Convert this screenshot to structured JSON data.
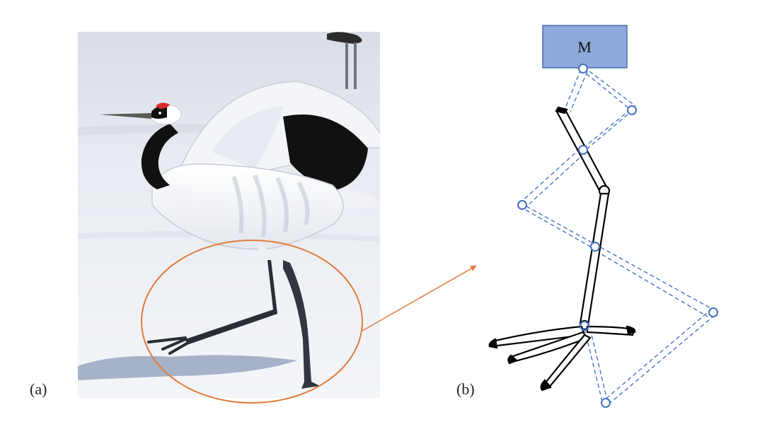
{
  "panels": {
    "a_label": "(a)",
    "b_label": "(b)"
  },
  "mass": {
    "label": "M"
  },
  "colors": {
    "callout": "#E07B39",
    "mass_fill": "#8EA9DB",
    "mass_stroke": "#2F5597",
    "linkage": "#4472C4",
    "bone": "#000000"
  },
  "icons": {
    "photo": "red-crowned-crane-photo",
    "callout": "arrow-callout",
    "linkage": "dashed-linkage-mechanism"
  }
}
